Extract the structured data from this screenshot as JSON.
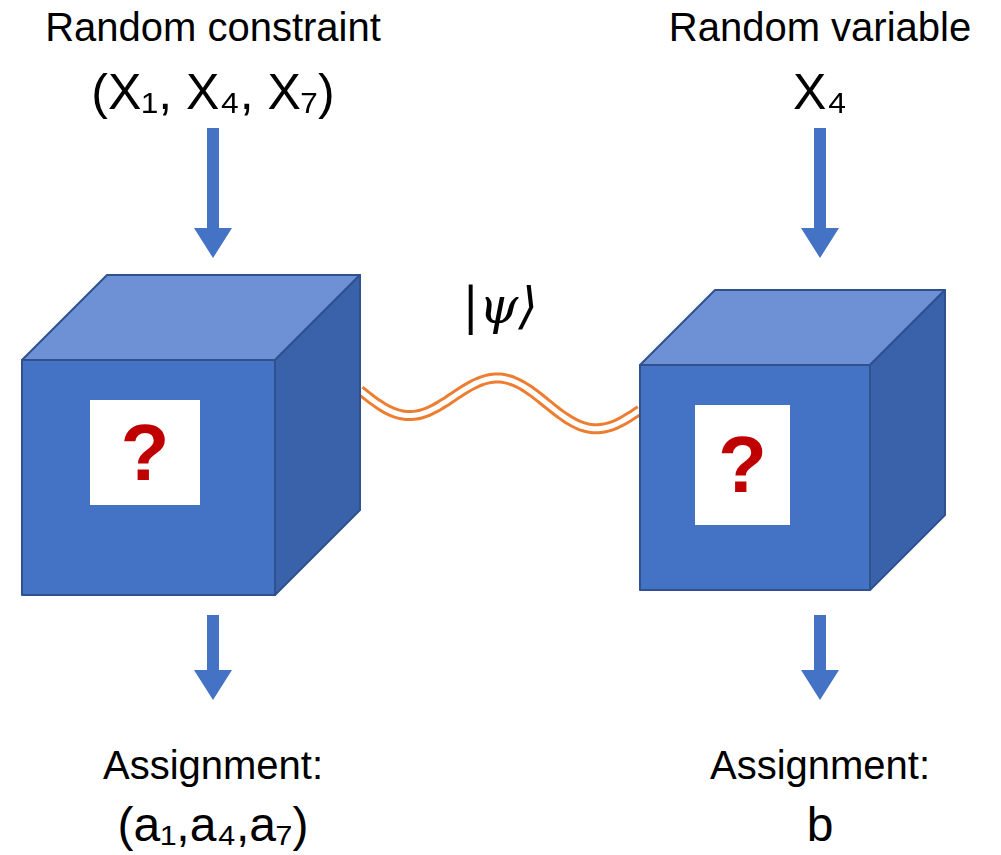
{
  "diagram": {
    "nodes": [
      {
        "text": [
          "?"
        ]
      },
      {
        "text": [
          "?"
        ]
      }
    ],
    "edges": [
      {
        "from": 0,
        "to": 1,
        "arrow": "none",
        "label": "|ψ⟩"
      }
    ],
    "labels": [
      "Random constraint",
      "(X₁, X₄, X₇)",
      "Random variable",
      "X₄",
      "Assignment:",
      "(a₁,a₄,a₇)",
      "Assignment:",
      "b"
    ]
  }
}
